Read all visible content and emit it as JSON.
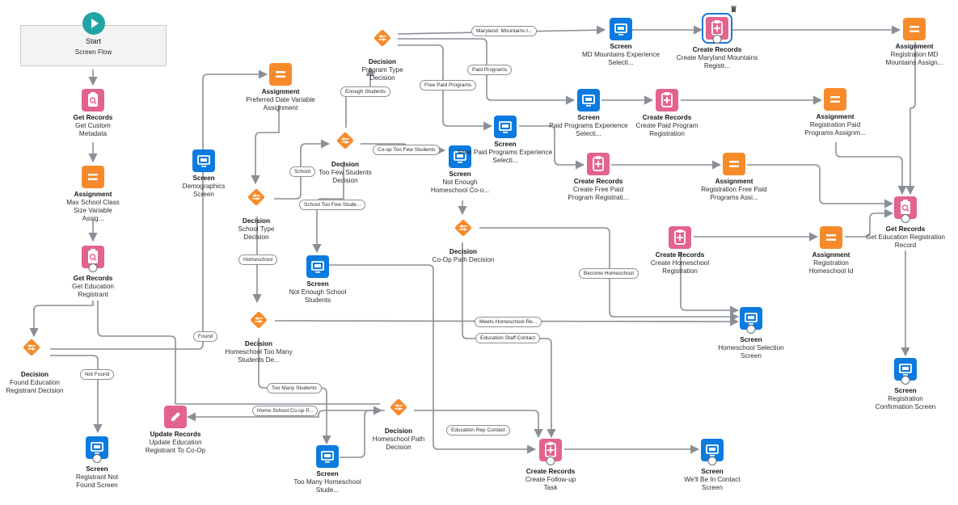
{
  "start": {
    "title": "Start",
    "subtitle": "Screen Flow"
  },
  "nodes": {
    "get_custom_metadata": {
      "type": "Get Records",
      "label": "Get Custom Metadata"
    },
    "max_school_class": {
      "type": "Assignment",
      "label": "Max School Class Size Variable Assig..."
    },
    "get_education_registrant": {
      "type": "Get Records",
      "label": "Get Education Registrant"
    },
    "found_registrant_decision": {
      "type": "Decision",
      "label": "Found Education Registrant Decision"
    },
    "registrant_not_found_screen": {
      "type": "Screen",
      "label": "Registrant Not Found Screen"
    },
    "update_registrant": {
      "type": "Update Records",
      "label": "Update Education Registrant To Co-Op"
    },
    "demographics_screen": {
      "type": "Screen",
      "label": "Demographics Screen"
    },
    "preferred_date": {
      "type": "Assignment",
      "label": "Preferred Date Variable Assignment"
    },
    "school_type_decision": {
      "type": "Decision",
      "label": "School Type Decision"
    },
    "homeschool_too_many": {
      "type": "Decision",
      "label": "Homeschool Too Many Students De..."
    },
    "too_many_homeschool_screen": {
      "type": "Screen",
      "label": "Too Many Homeschool Stude..."
    },
    "homeschool_path_decision": {
      "type": "Decision",
      "label": "Homeschool Path Decision"
    },
    "not_enough_school_screen": {
      "type": "Screen",
      "label": "Not Enough School Students"
    },
    "too_few_students": {
      "type": "Decision",
      "label": "Too Few Students Decision"
    },
    "program_type_decision": {
      "type": "Decision",
      "label": "Program Type Decision"
    },
    "not_enough_homeschool_coop": {
      "type": "Screen",
      "label": "Not Enough Homeschool Co-o..."
    },
    "coop_path_decision": {
      "type": "Decision",
      "label": "Co-Op Path Decision"
    },
    "free_paid_screen": {
      "type": "Screen",
      "label": "Free Paid Programs Experience Selecti..."
    },
    "paid_programs_screen": {
      "type": "Screen",
      "label": "Paid Programs Experience Selecti..."
    },
    "md_mountains_screen": {
      "type": "Screen",
      "label": "MD Mountains Experience Selecti..."
    },
    "create_md_registration": {
      "type": "Create Records",
      "label": "Create Maryland Mountains Registr..."
    },
    "create_paid_registration": {
      "type": "Create Records",
      "label": "Create Paid Program Registration"
    },
    "create_free_paid_registration": {
      "type": "Create Records",
      "label": "Create Free Paid Program Registrati..."
    },
    "registration_md_assign": {
      "type": "Assignment",
      "label": "Registration MD Mountains Assign..."
    },
    "registration_paid_assign": {
      "type": "Assignment",
      "label": "Registration Paid Programs Assignm..."
    },
    "registration_free_paid_assign": {
      "type": "Assignment",
      "label": "Registration Free Paid Programs Assi..."
    },
    "create_homeschool_registration": {
      "type": "Create Records",
      "label": "Create Homeschool Registration"
    },
    "registration_homeschool_id": {
      "type": "Assignment",
      "label": "Registration Homeschool Id"
    },
    "get_education_registration": {
      "type": "Get Records",
      "label": "Get Education Registration Record"
    },
    "homeschool_selection_screen": {
      "type": "Screen",
      "label": "Homeschool Selection Screen"
    },
    "registration_confirmation": {
      "type": "Screen",
      "label": "Registration Confirmation Screen"
    },
    "create_followup_task": {
      "type": "Create Records",
      "label": "Create Follow-up Task"
    },
    "well_be_in_contact": {
      "type": "Screen",
      "label": "We'll Be In Contact Screen"
    }
  },
  "connector_labels": {
    "found": "Found",
    "not_found": "Not Found",
    "school": "School",
    "homeschool": "Homeschool",
    "enough_students": "Enough Students",
    "school_too_few": "School Too Few Stude...",
    "coop_too_few": "Co-op Too Few Students",
    "free_paid_programs": "Free Paid Programs",
    "paid_programs": "Paid Programs",
    "maryland_mountains": "Maryland: Mountains t...",
    "become_homeschool": "Become Homeschool",
    "meets_homeschool": "Meets Homeschool Re...",
    "education_staff_contact": "Education Staff Contact",
    "too_many_students": "Too Many Students",
    "home_school_coop": "Home School Co-op P...",
    "education_rep_contact": "Education Rep Contact"
  },
  "colors": {
    "screen": "#0c7be0",
    "records": "#e3638c",
    "assignment": "#f78a2b",
    "decision": "#f78a2b",
    "start": "#20a3a3",
    "connector": "#8a8f96"
  }
}
